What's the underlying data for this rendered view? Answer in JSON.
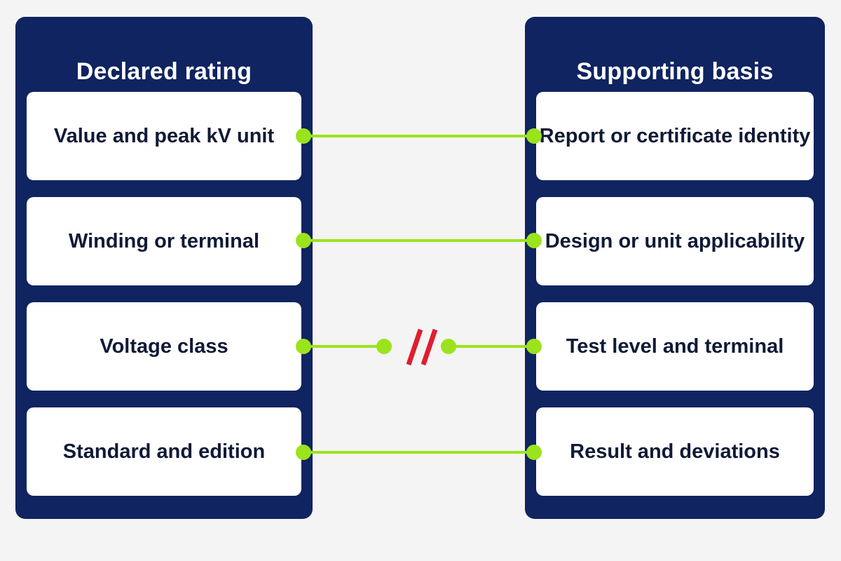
{
  "left_panel": {
    "title": "Declared rating",
    "items": [
      "Value and peak kV unit",
      "Winding or terminal",
      "Voltage class",
      "Standard and edition"
    ]
  },
  "right_panel": {
    "title": "Supporting basis",
    "items": [
      "Report or certificate identity",
      "Design or unit applicability",
      "Test level and terminal",
      "Result and deviations"
    ]
  },
  "links": [
    {
      "from": 0,
      "to": 0,
      "status": "connected"
    },
    {
      "from": 1,
      "to": 1,
      "status": "connected"
    },
    {
      "from": 2,
      "to": 2,
      "status": "broken"
    },
    {
      "from": 3,
      "to": 3,
      "status": "connected"
    }
  ],
  "colors": {
    "panel": "#0f2460",
    "card": "#ffffff",
    "connector": "#9be31c",
    "break_mark": "#e01e2e"
  }
}
